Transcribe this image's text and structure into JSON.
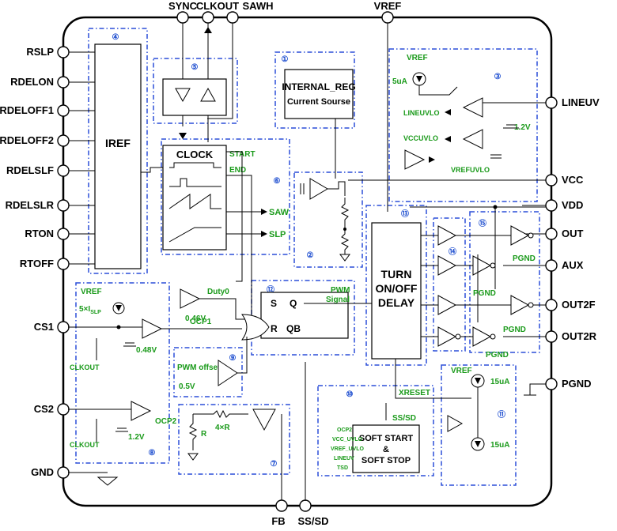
{
  "pins": {
    "left": [
      "RSLP",
      "RDELON",
      "RDELOFF1",
      "RDELOFF2",
      "RDELSLF",
      "RDELSLR",
      "RTON",
      "RTOFF",
      "CS1",
      "CS2",
      "GND"
    ],
    "top": [
      "SYNC",
      "CLKOUT",
      "SAWH",
      "VREF"
    ],
    "right": [
      "LINEUV",
      "VCC",
      "VDD",
      "OUT",
      "AUX",
      "OUT2F",
      "OUT2R",
      "PGND"
    ],
    "bottom": [
      "FB",
      "SS/SD"
    ]
  },
  "blocks": {
    "iref": "IREF",
    "internal_reg_line1": "INTERNAL_REG",
    "internal_reg_line2": "Current Sourse",
    "clock": "CLOCK",
    "clock_start": "START",
    "clock_end": "END",
    "saw": "SAW",
    "slp": "SLP",
    "turn_line1": "TURN",
    "turn_line2": "ON/OFF",
    "turn_line3": "DELAY",
    "sr_s": "S",
    "sr_q": "Q",
    "sr_r": "R",
    "sr_qb": "QB",
    "pwm_signal_line1": "PWM",
    "pwm_signal_line2": "Signal",
    "soft_line1": "SOFT START",
    "soft_line2": "&",
    "soft_line3": "SOFT STOP"
  },
  "labels": {
    "vref_a": "VREF",
    "cur_5ua": "5uA",
    "lineuvlo": "LINEUVLO",
    "v12_a": "1.2V",
    "vccuvlo": "VCCUVLO",
    "vrefuvlo": "VREFUVLO",
    "vref_b": "VREF",
    "islp_main": "5×I",
    "islp_sub": "SLP",
    "duty0": "Duty0",
    "v046": "0.46V",
    "ocp1": "OCP1",
    "v048": "0.48V",
    "clkout_a": "CLKOUT",
    "pwm_offset": "PWM offset",
    "v05": "0.5V",
    "ocp2": "OCP2",
    "v12_b": "1.2V",
    "clkout_b": "CLKOUT",
    "res_r1": "R",
    "res_4r": "4×R",
    "pgnd1": "PGND",
    "pgnd2": "PGND",
    "pgnd3": "PGND",
    "pgnd4": "PGND",
    "vref_c": "VREF",
    "cur_15ua_a": "15uA",
    "cur_15ua_b": "15uA",
    "xreset": "XRESET",
    "ss_sd_int": "SS/SD",
    "soft_inputs": [
      "OCP2",
      "VCC_UVLO",
      "VREF_UVLO",
      "LINEUV",
      "TSD"
    ]
  },
  "block_numbers": [
    "①",
    "②",
    "③",
    "④",
    "⑤",
    "⑥",
    "⑦",
    "⑧",
    "⑨",
    "⑩",
    "⑪",
    "⑫",
    "⑬",
    "⑭",
    "⑮"
  ],
  "colors": {
    "dashed_block": "#2b4fd8",
    "annotation": "#1a9a1a",
    "block_number": "#1f4fd0"
  }
}
